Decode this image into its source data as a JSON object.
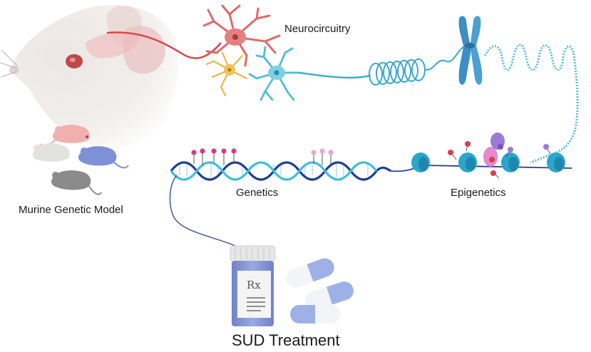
{
  "labels": {
    "neurocircuitry": "Neurocircuitry",
    "murine_model": "Murine Genetic Model",
    "genetics": "Genetics",
    "epigenetics": "Epigenetics",
    "treatment": "SUD Treatment"
  },
  "prescription_mark": "Rx",
  "icons": [
    "mouse-head-icon",
    "neuron-icon",
    "chromosome-icon",
    "dna-helix-icon",
    "nucleosome-icon",
    "pill-bottle-icon",
    "capsule-icon",
    "small-mouse-icon"
  ],
  "colors": {
    "neuron_red": "#e06a6a",
    "neuron_blue": "#52bcd4",
    "neuron_yellow": "#e7b64a",
    "chromosome": "#3b8fc4",
    "dna_dark": "#1f3f93",
    "dna_light": "#40bfd6",
    "nucleosome": "#2aa6cc",
    "mod_red": "#d43f4f",
    "mod_pink": "#e58ad0",
    "mod_purple": "#9a7ad6",
    "bottle": "#7f91d2",
    "capsule": "#9db1e6"
  }
}
